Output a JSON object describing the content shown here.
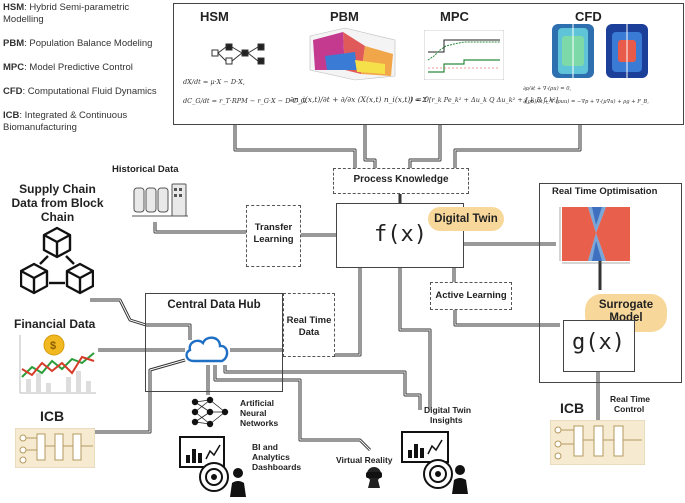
{
  "legend": {
    "items": [
      {
        "abbr": "HSM",
        "text": ": Hybrid Semi-parametric",
        "cont": "Modelling"
      },
      {
        "abbr": "PBM",
        "text": ": Population Balance Modeling",
        "cont": ""
      },
      {
        "abbr": "MPC",
        "text": ": Model Predictive Control",
        "cont": ""
      },
      {
        "abbr": "CFD",
        "text": ": Computational Fluid Dynamics",
        "cont": ""
      },
      {
        "abbr": "ICB",
        "text": ": Integrated & Continuous",
        "cont": "Biomanufacturing"
      }
    ]
  },
  "models": {
    "hsm": {
      "title": "HSM",
      "eq1": "dX/dt = μ·X − D·X,",
      "eq2": "dC_G/dt = r_T·RPM − r_G·X − D·C_G."
    },
    "pbm": {
      "title": "PBM",
      "eq": "∂n_i(x,t)/∂t + ∂/∂x (X(x,t) n_i(x,t)) = 0"
    },
    "mpc": {
      "title": "MPC",
      "eq": "J = Σ [r_k Pe_k² + Δu_k Q Δu_k² + f_k R f_k²]"
    },
    "cfd": {
      "title": "CFD",
      "eq1": "∂ρ/∂t + ∇·(ρu) = 0,",
      "eq2": "∂(ρu)/∂t + ∇·(ρuu) = −∇p + ∇·(μ∇u) + ρg + F_B,"
    }
  },
  "nodes": {
    "process_knowledge": "Process Knowledge",
    "historical_data": "Historical Data",
    "transfer_learning_l1": "Transfer",
    "transfer_learning_l2": "Learning",
    "fx": "f(x)",
    "digital_twin": "Digital Twin",
    "supply_chain_l1": "Supply Chain",
    "supply_chain_l2": "Data from Block",
    "supply_chain_l3": "Chain",
    "financial_data": "Financial Data",
    "central_data_hub": "Central Data Hub",
    "real_time_data_l1": "Real Time",
    "real_time_data_l2": "Data",
    "icb_left": "ICB",
    "ann_l1": "Artificial",
    "ann_l2": "Neural",
    "ann_l3": "Networks",
    "bi_l1": "BI and",
    "bi_l2": "Analytics",
    "bi_l3": "Dashboards",
    "virtual_reality": "Virtual Reality",
    "dt_insights_l1": "Digital Twin",
    "dt_insights_l2": "Insights",
    "real_time_optimisation": "Real Time Optimisation",
    "active_learning": "Active Learning",
    "surrogate_l1": "Surrogate",
    "surrogate_l2": "Model",
    "gx": "g(x)",
    "icb_right": "ICB",
    "rt_control_l1": "Real Time",
    "rt_control_l2": "Control"
  },
  "colors": {
    "pill": "#f8d79a",
    "line": "#444444",
    "dashed": "#666666",
    "icon_blue": "#4a90d9",
    "icb_bg": "#f6ebd0",
    "heat_red": "#e8604c",
    "heat_blue": "#7aa7d8"
  }
}
